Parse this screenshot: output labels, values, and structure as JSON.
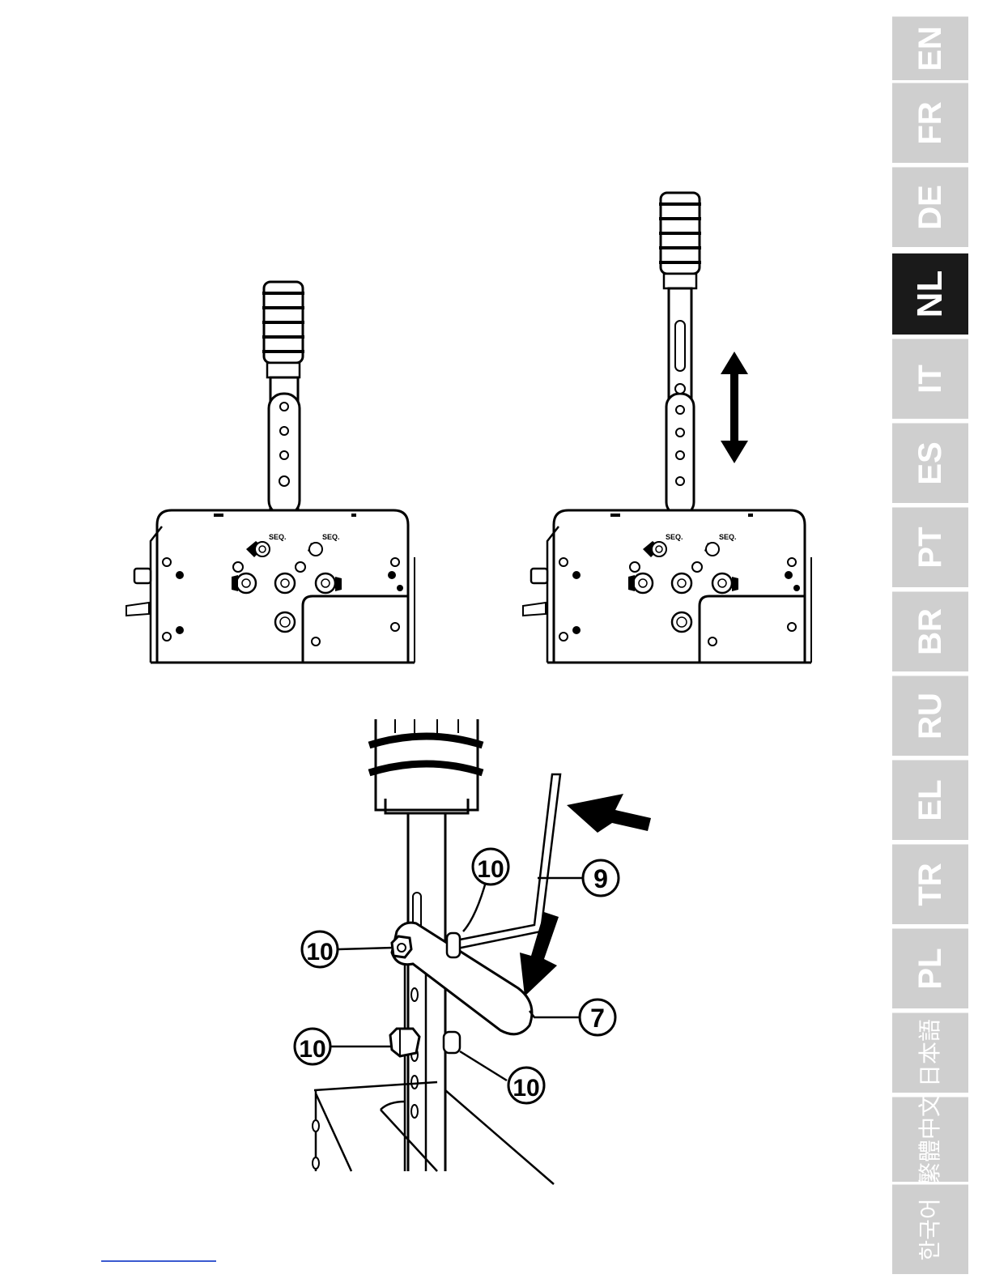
{
  "language_tabs": [
    {
      "code": "EN",
      "active": false
    },
    {
      "code": "FR",
      "active": false
    },
    {
      "code": "DE",
      "active": false
    },
    {
      "code": "NL",
      "active": true
    },
    {
      "code": "IT",
      "active": false
    },
    {
      "code": "ES",
      "active": false
    },
    {
      "code": "PT",
      "active": false
    },
    {
      "code": "BR",
      "active": false
    },
    {
      "code": "RU",
      "active": false
    },
    {
      "code": "EL",
      "active": false
    },
    {
      "code": "TR",
      "active": false
    },
    {
      "code": "PL",
      "active": false
    },
    {
      "code": "日本語",
      "active": false
    },
    {
      "code": "繁體中文",
      "active": false
    },
    {
      "code": "한국어",
      "active": false
    }
  ],
  "colors": {
    "tab_inactive": "#cfcfcf",
    "tab_active": "#1a1a1a",
    "tab_text": "#ffffff",
    "line_art": "#000000",
    "footer_link": "#3a5ad0"
  },
  "figures": {
    "shifter_panel_label": "SEQ.",
    "callouts": {
      "nut_left_upper": "10",
      "nut_top": "10",
      "nut_left_lower": "10",
      "nut_right_lower": "10",
      "hex_key": "9",
      "wrench": "7"
    }
  }
}
